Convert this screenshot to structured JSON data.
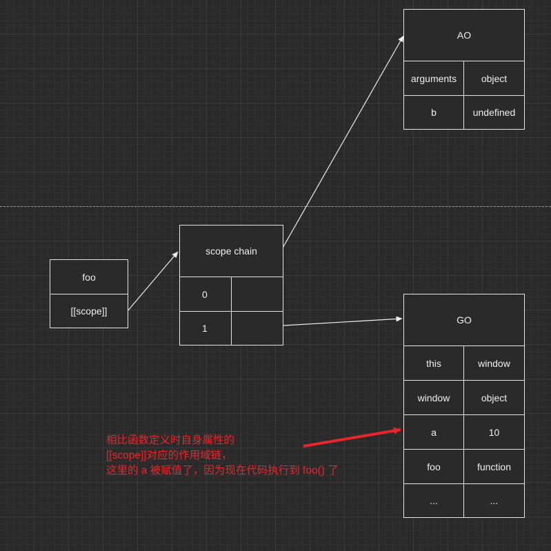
{
  "foo_box": {
    "name": "foo",
    "scope": "[[scope]]"
  },
  "scope_chain": {
    "title": "scope chain",
    "rows": [
      "0",
      "1"
    ]
  },
  "ao": {
    "title": "AO",
    "rows": [
      {
        "key": "arguments",
        "value": "object"
      },
      {
        "key": "b",
        "value": "undefined"
      }
    ]
  },
  "go": {
    "title": "GO",
    "rows": [
      {
        "key": "this",
        "value": "window"
      },
      {
        "key": "window",
        "value": "object"
      },
      {
        "key": "a",
        "value": "10"
      },
      {
        "key": "foo",
        "value": "function"
      },
      {
        "key": "...",
        "value": "..."
      }
    ]
  },
  "annotation": {
    "line1": "相比函数定义时自身属性的",
    "line2": "[[scope]]对应的作用域链，",
    "line3": "这里的 a 被赋值了，因为现在代码执行到 foo() 了"
  },
  "colors": {
    "annotation": "#e8262b",
    "stroke": "#e8e8e8",
    "background": "#2a2a2a"
  }
}
